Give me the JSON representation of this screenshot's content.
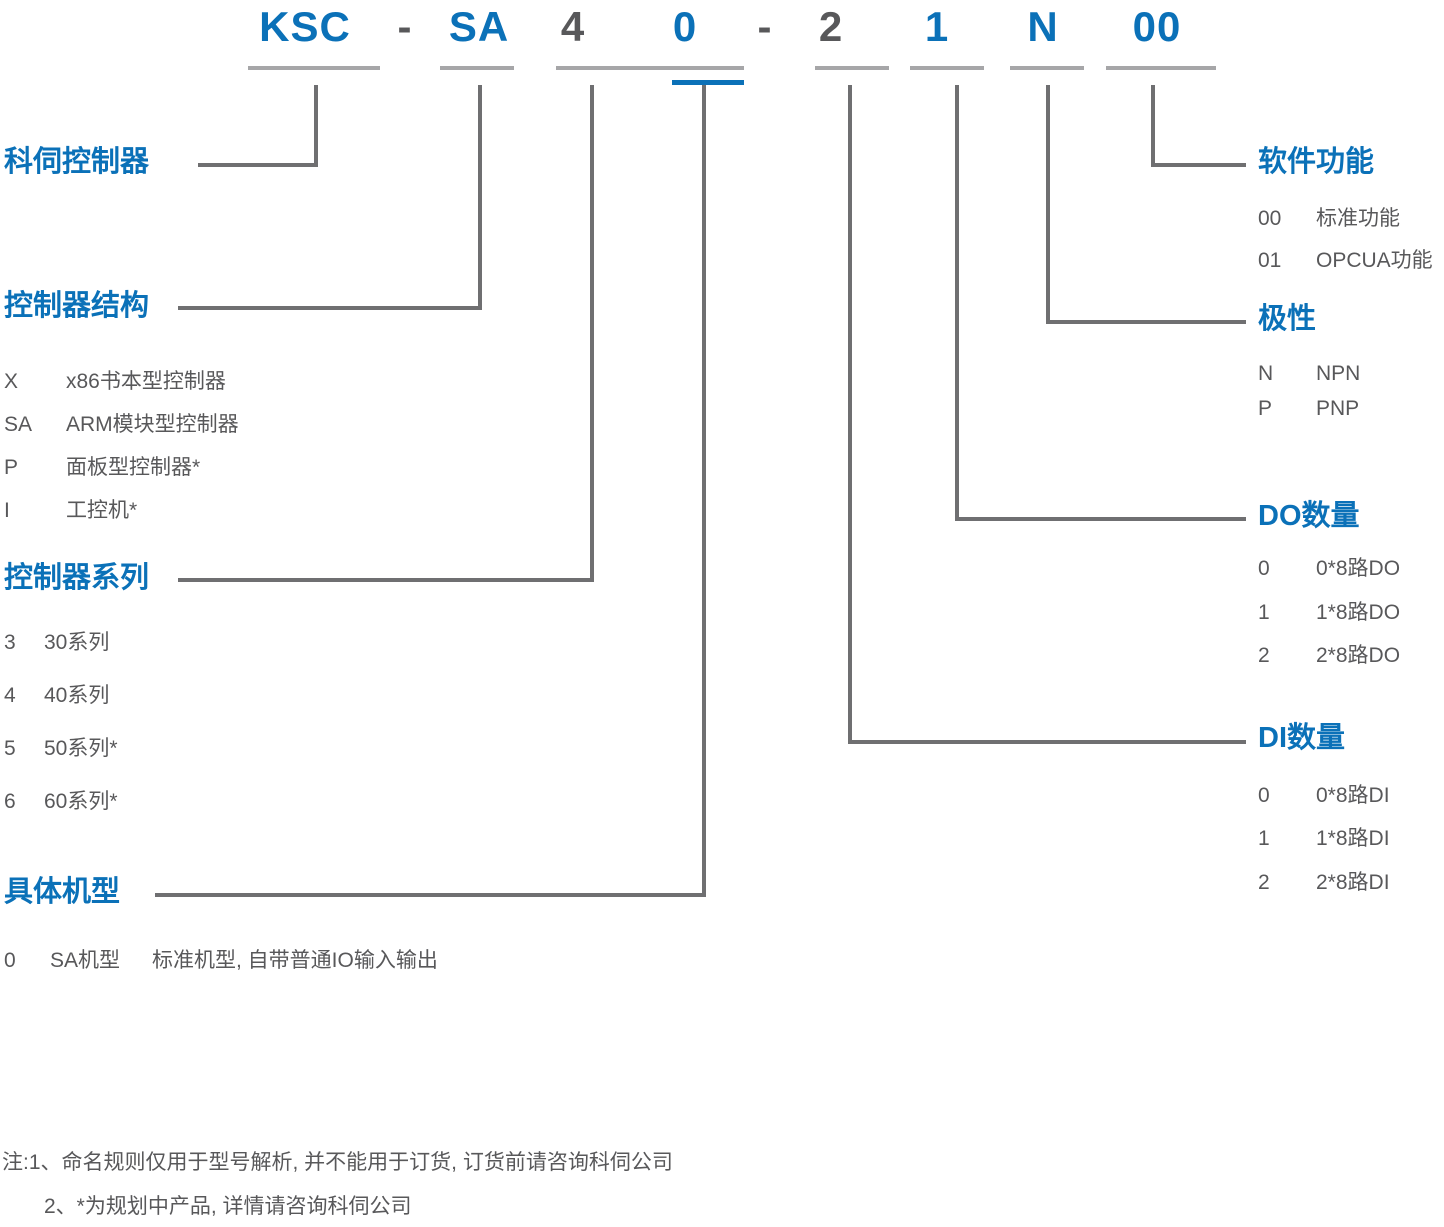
{
  "model_code": {
    "parts": [
      {
        "text": "KSC",
        "color": "blue"
      },
      {
        "text": "-",
        "color": "gray"
      },
      {
        "text": "SA",
        "color": "blue"
      },
      {
        "text": "4",
        "color": "gray"
      },
      {
        "text": "0",
        "color": "blue"
      },
      {
        "text": "-",
        "color": "gray"
      },
      {
        "text": "2",
        "color": "gray"
      },
      {
        "text": "1",
        "color": "blue"
      },
      {
        "text": "N",
        "color": "blue"
      },
      {
        "text": "00",
        "color": "blue"
      }
    ]
  },
  "groups": {
    "brand": {
      "title": "科伺控制器"
    },
    "structure": {
      "title": "控制器结构",
      "options": [
        {
          "code": "X",
          "desc": "x86书本型控制器"
        },
        {
          "code": "SA",
          "desc": "ARM模块型控制器"
        },
        {
          "code": "P",
          "desc": "面板型控制器*"
        },
        {
          "code": "I",
          "desc": "工控机*"
        }
      ]
    },
    "series": {
      "title": "控制器系列",
      "options": [
        {
          "code": "3",
          "desc": "30系列"
        },
        {
          "code": "4",
          "desc": "40系列"
        },
        {
          "code": "5",
          "desc": "50系列*"
        },
        {
          "code": "6",
          "desc": "60系列*"
        }
      ]
    },
    "model": {
      "title": "具体机型",
      "options": [
        {
          "code": "0",
          "desc": "SA机型",
          "desc2": "标准机型, 自带普通IO输入输出"
        }
      ]
    },
    "software": {
      "title": "软件功能",
      "options": [
        {
          "code": "00",
          "desc": "标准功能"
        },
        {
          "code": "01",
          "desc": "OPCUA功能"
        }
      ]
    },
    "polarity": {
      "title": "极性",
      "options": [
        {
          "code": "N",
          "desc": "NPN"
        },
        {
          "code": "P",
          "desc": "PNP"
        }
      ]
    },
    "do_count": {
      "title": "DO数量",
      "options": [
        {
          "code": "0",
          "desc": "0*8路DO"
        },
        {
          "code": "1",
          "desc": "1*8路DO"
        },
        {
          "code": "2",
          "desc": "2*8路DO"
        }
      ]
    },
    "di_count": {
      "title": "DI数量",
      "options": [
        {
          "code": "0",
          "desc": "0*8路DI"
        },
        {
          "code": "1",
          "desc": "1*8路DI"
        },
        {
          "code": "2",
          "desc": "2*8路DI"
        }
      ]
    }
  },
  "notes": [
    "注:1、命名规则仅用于型号解析, 并不能用于订货, 订货前请咨询科伺公司",
    "2、*为规划中产品, 详情请咨询科伺公司"
  ],
  "colors": {
    "accent": "#0b71b8",
    "text": "#58585a",
    "rule": "#a6a6a8",
    "connector": "#6f6f71"
  }
}
